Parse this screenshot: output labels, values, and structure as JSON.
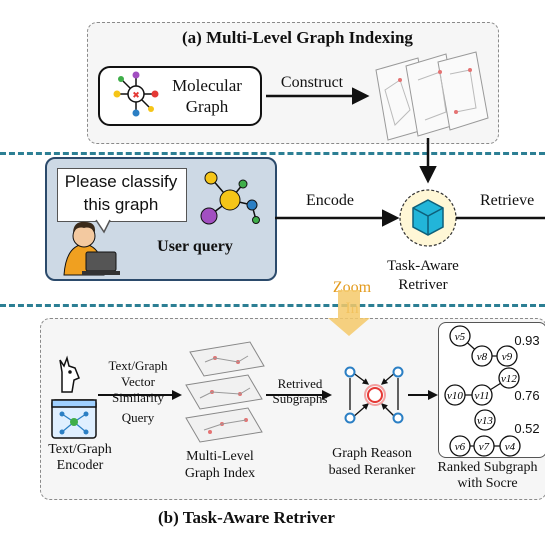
{
  "section_a": {
    "title": "(a) Multi-Level Graph Indexing",
    "molecular_graph_label": [
      "Molecular",
      "Graph"
    ],
    "construct_label": "Construct"
  },
  "query": {
    "bubble_text": [
      "Please classify",
      "this graph"
    ],
    "user_query_label": "User query",
    "encode_label": "Encode",
    "retrieve_label": "Retrieve",
    "retriever_label": [
      "Task-Aware",
      "Retriver"
    ],
    "zoom_label": [
      "Zoom",
      "In"
    ]
  },
  "section_b": {
    "title": "(b) Task-Aware Retriver",
    "encoder_label": [
      "Text/Graph",
      "Encoder"
    ],
    "query_label": [
      "Text/Graph",
      "Vector",
      "Similarity",
      "Query"
    ],
    "index_label": [
      "Multi-Level",
      "Graph Index"
    ],
    "retrived_label": [
      "Retrived",
      "Subgraphs"
    ],
    "reranker_label": [
      "Graph Reason",
      "based Reranker"
    ],
    "ranked_label": [
      "Ranked Subgraph",
      "with Socre"
    ],
    "scores": [
      "0.93",
      "0.76",
      "0.52"
    ],
    "nodes": [
      "v5",
      "v8",
      "v9",
      "v12",
      "v10",
      "v11",
      "v13",
      "v6",
      "v7",
      "v4"
    ]
  },
  "colors": {
    "teal_divider": "#2c7f94",
    "query_box_fill": "#cdd9e5",
    "query_box_border": "#2b4a6b",
    "zoom_arrow": "#f4c96a",
    "node_yellow": "#f5c518",
    "node_purple": "#a24fc1",
    "node_blue": "#2b7fc4",
    "node_green": "#3fae49",
    "retriever_cyan": "#22b5d9"
  }
}
